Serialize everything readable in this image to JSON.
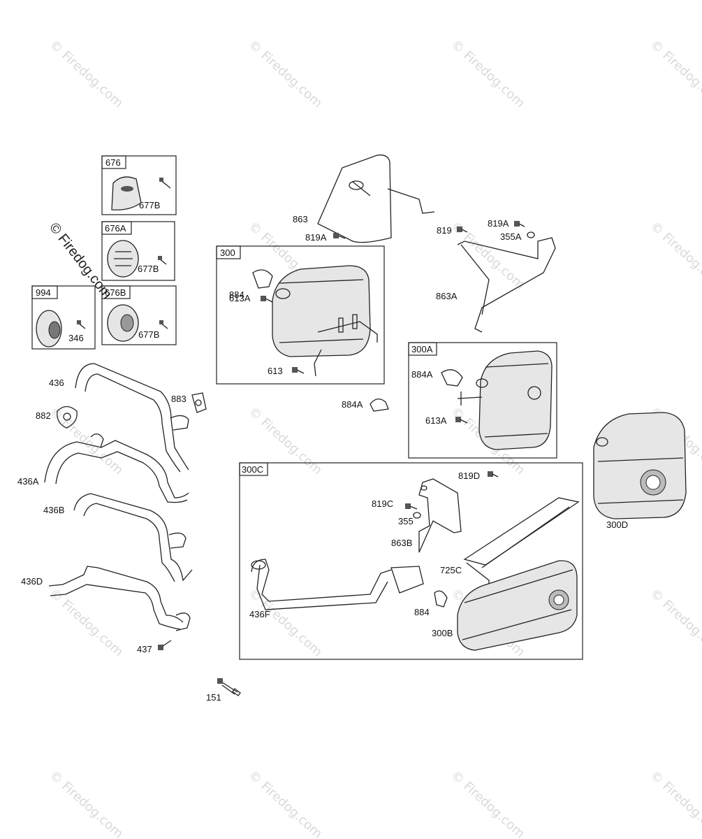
{
  "watermark": {
    "text": "© Firedog.com"
  },
  "inset_boxes": [
    {
      "id": "676",
      "title": "676",
      "labels": [
        "677B"
      ]
    },
    {
      "id": "676A",
      "title": "676A",
      "labels": [
        "677B"
      ]
    },
    {
      "id": "994",
      "title": "994",
      "labels": [
        "346"
      ]
    },
    {
      "id": "676B",
      "title": "676B",
      "labels": [
        "677B"
      ]
    },
    {
      "id": "300",
      "title": "300",
      "labels": [
        "884",
        "613A",
        "613"
      ]
    },
    {
      "id": "300A",
      "title": "300A",
      "labels": [
        "884A",
        "613A"
      ]
    },
    {
      "id": "300C",
      "title": "300C",
      "labels": [
        "819D",
        "819C",
        "355",
        "863B",
        "725C",
        "436F",
        "884",
        "300B"
      ]
    }
  ],
  "callouts": {
    "c863": "863",
    "c819A_top": "819A",
    "c819": "819",
    "c819A_right": "819A",
    "c355A": "355A",
    "c863A": "863A",
    "c884A_loose": "884A",
    "c300D": "300D",
    "c436": "436",
    "c883": "883",
    "c882": "882",
    "c436A": "436A",
    "c436B": "436B",
    "c436D": "436D",
    "c437": "437",
    "c151": "151"
  }
}
